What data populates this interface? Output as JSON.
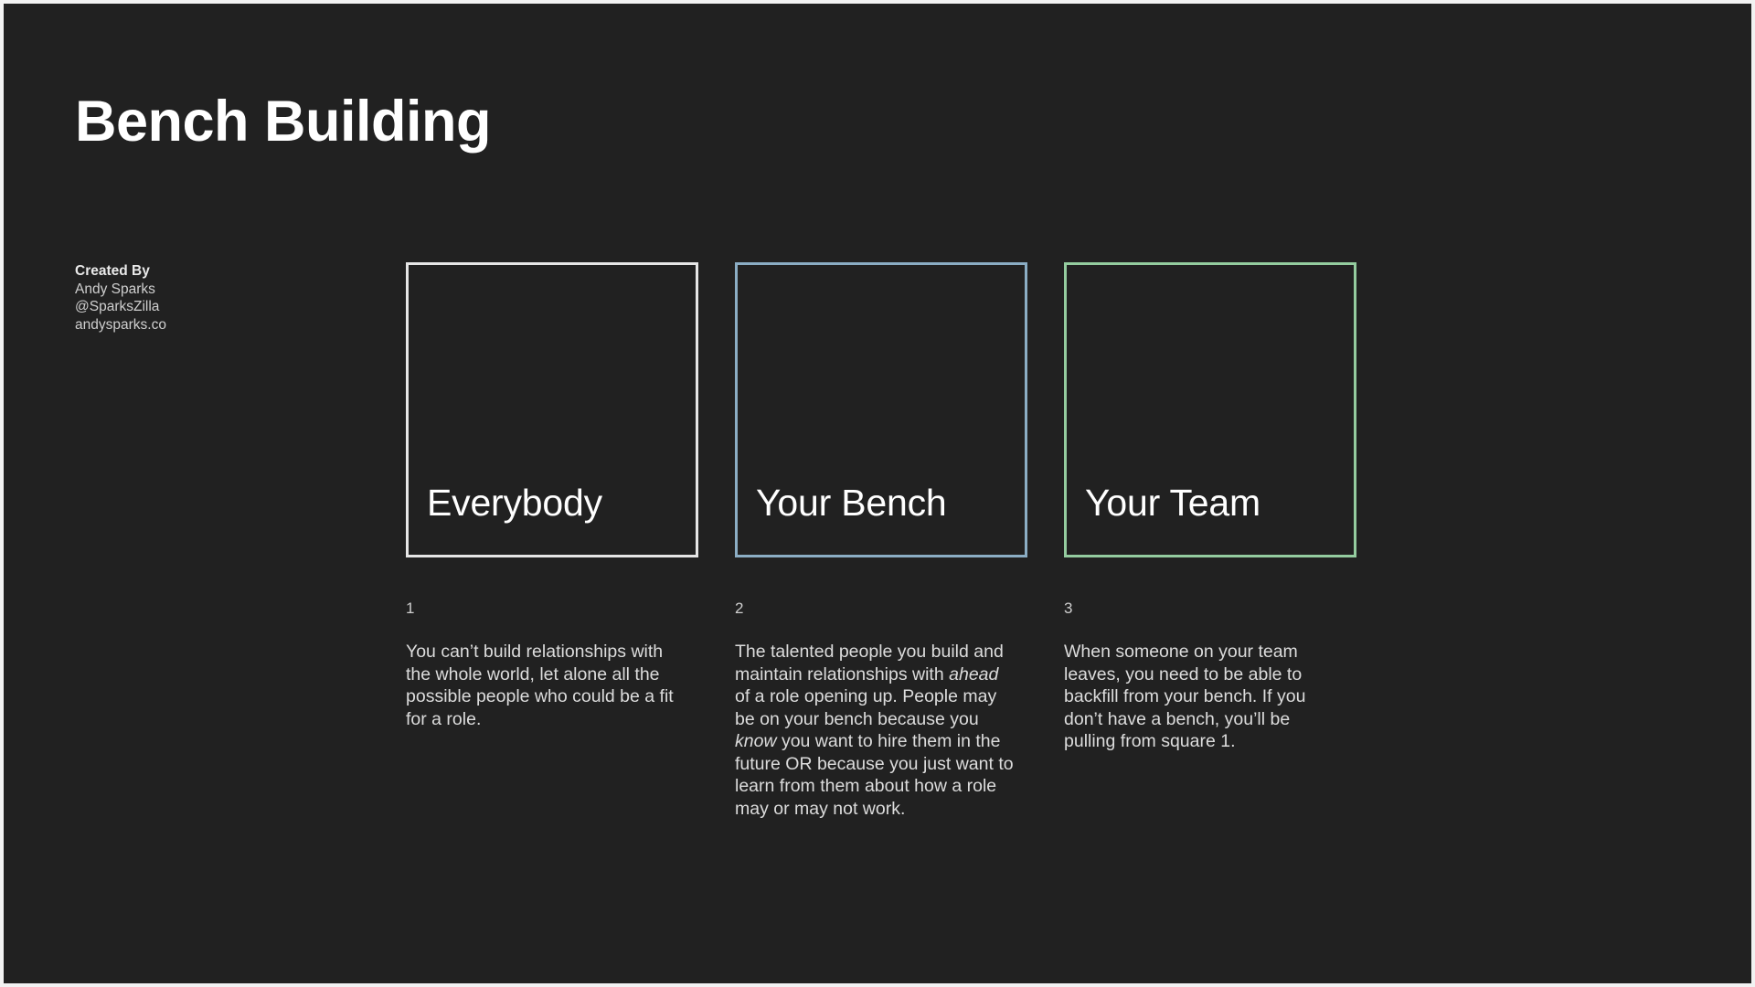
{
  "slide": {
    "title": "Bench Building",
    "background_color": "#212121",
    "frame_color": "#f2f2f2",
    "text_color": "#dcdcdc"
  },
  "credits": {
    "heading": "Created By",
    "name": "Andy Sparks",
    "handle": "@SparksZilla",
    "website": "andysparks.co"
  },
  "columns": [
    {
      "label": "Everybody",
      "border_color": "#e6e6e6",
      "number": "1",
      "body_html": "You can’t build relationships with the whole world, let alone all the possible people who could be a fit for a role.",
      "body_text": "You can’t build relationships with the whole world, let alone all the possible people who could be a fit for a role."
    },
    {
      "label": "Your Bench",
      "border_color": "#8badc4",
      "number": "2",
      "body_html": "The talented people you build and maintain relationships with <em>ahead</em> of a role opening up. People may be on your bench because you <em>know</em> you want to hire them in the future OR because you just want to learn from them about how a role may or may not work.",
      "body_text": "The talented people you build and maintain relationships with ahead of a role opening up. People may be on your bench because you know you want to hire them in the future OR because you just want to learn from them about how a role may or may not work."
    },
    {
      "label": "Your Team",
      "border_color": "#94cc9f",
      "number": "3",
      "body_html": "When someone on your team leaves, you need to be able to backfill from your bench. If you don’t have a bench, you’ll be pulling from square 1.",
      "body_text": "When someone on your team leaves, you need to be able to backfill from your bench. If you don’t have a bench, you’ll be pulling from square 1."
    }
  ]
}
